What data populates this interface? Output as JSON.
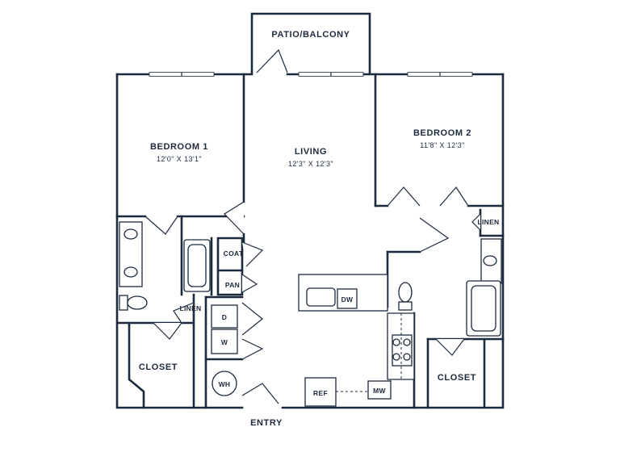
{
  "rooms": {
    "patio": {
      "name": "PATIO/BALCONY"
    },
    "bedroom1": {
      "name": "BEDROOM 1",
      "dims": "12'0\" X 13'1\""
    },
    "living": {
      "name": "LIVING",
      "dims": "12'3\" X 12'3\""
    },
    "bedroom2": {
      "name": "BEDROOM 2",
      "dims": "11'8\" X 12'3\""
    },
    "closet_left": {
      "name": "CLOSET"
    },
    "closet_right": {
      "name": "CLOSET"
    }
  },
  "fixtures": {
    "coat": "COAT",
    "pantry": "PAN",
    "linen_left": "LINEN",
    "linen_right": "LINEN",
    "dryer": "D",
    "washer": "W",
    "water_heater": "WH",
    "dishwasher": "DW",
    "refrigerator": "REF",
    "microwave": "MW"
  },
  "entry": "ENTRY",
  "colors": {
    "line": "#1c2a3d",
    "background": "#ffffff"
  }
}
